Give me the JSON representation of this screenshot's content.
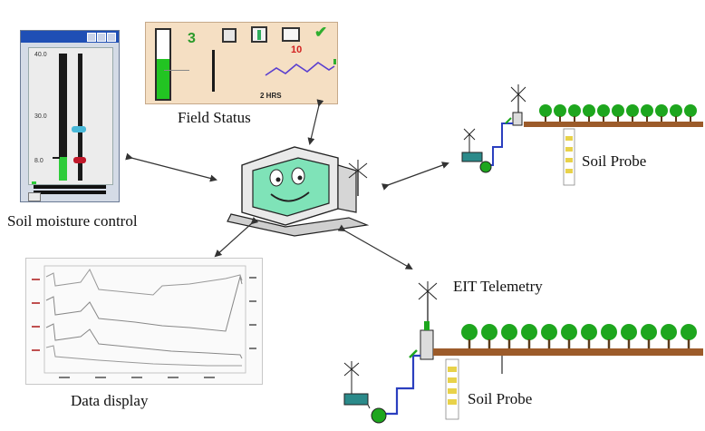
{
  "labels": {
    "soil_moisture_control": "Soil moisture control",
    "field_status": "Field Status",
    "data_display": "Data display",
    "soil_probe_top": "Soil Probe",
    "eit_telemetry": "EIT Telemetry",
    "soil_probe_bottom": "Soil Probe"
  },
  "field_status_panel": {
    "level_value": "3",
    "counter_value": "10",
    "time_axis_label": "2 HRS"
  },
  "smc_window": {
    "scale_top": "40.0",
    "scale_mid": "30.0",
    "scale_low": "8.0"
  },
  "colors": {
    "tree_green": "#1ea61e",
    "soil_brown": "#9c5b2a",
    "pipe_blue": "#2b3fbf",
    "probe_yellow": "#e8d24a",
    "window_blue": "#1f4fb5",
    "field_status_bg": "#f5dfc3"
  }
}
